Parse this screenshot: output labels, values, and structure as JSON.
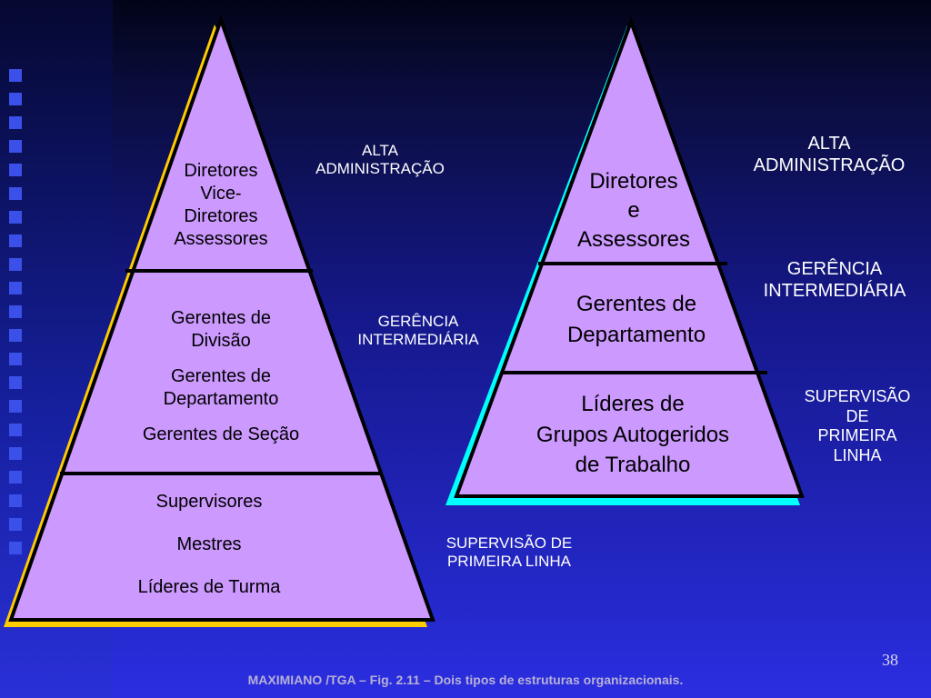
{
  "colors": {
    "pyramid_fill": "#cc99ff",
    "left_shadow": "#ffcc00",
    "right_shadow": "#00ffff",
    "outline": "#000000",
    "label_text": "#ffffff"
  },
  "left_pyramid": {
    "top": [
      "Diretores",
      "Vice-",
      "Diretores",
      "Assessores"
    ],
    "middle": [
      "Gerentes de",
      "Divisão",
      "Gerentes de",
      "Departamento",
      "Gerentes de Seção"
    ],
    "bottom": [
      "Supervisores",
      "Mestres",
      "Líderes de Turma"
    ],
    "labels": {
      "alta": [
        "ALTA",
        "ADMINISTRAÇÃO"
      ],
      "gerencia": [
        "GERÊNCIA",
        "INTERMEDIÁRIA"
      ],
      "supervisao": [
        "SUPERVISÃO DE",
        "PRIMEIRA LINHA"
      ]
    }
  },
  "right_pyramid": {
    "top": [
      "Diretores",
      "e",
      "Assessores"
    ],
    "middle": [
      "Gerentes de",
      "Departamento"
    ],
    "bottom": [
      "Líderes de",
      "Grupos Autogeridos",
      "de Trabalho"
    ],
    "labels": {
      "alta": [
        "ALTA",
        "ADMINISTRAÇÃO"
      ],
      "gerencia": [
        "GERÊNCIA",
        "INTERMEDIÁRIA"
      ],
      "supervisao": [
        "SUPERVISÃO",
        "DE",
        "PRIMEIRA",
        "LINHA"
      ]
    }
  },
  "footer": "MAXIMIANO /TGA  – Fig. 2.11 – Dois tipos de estruturas organizacionais.",
  "page_number": "38"
}
